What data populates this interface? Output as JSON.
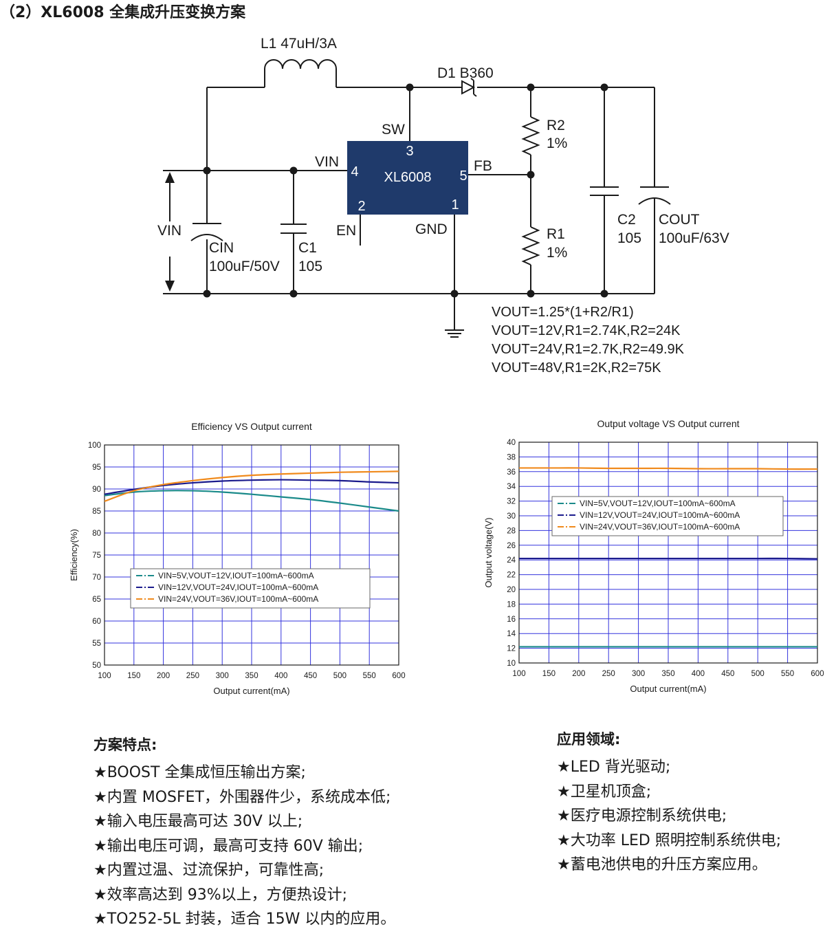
{
  "page": {
    "section_title": "（2）XL6008 全集成升压变换方案"
  },
  "schematic": {
    "inductor_label": "L1 47uH/3A",
    "diode_label": "D1 B360",
    "chip_name": "XL6008",
    "pins": {
      "sw": "SW",
      "sw_num": "3",
      "vin": "VIN",
      "vin_num": "4",
      "fb": "FB",
      "fb_num": "5",
      "en": "EN",
      "en_num": "2",
      "gnd": "GND",
      "gnd_num": "1"
    },
    "input_label": "VIN",
    "cin": {
      "name": "CIN",
      "value": "100uF/50V"
    },
    "c1": {
      "name": "C1",
      "value": "105"
    },
    "r2": {
      "name": "R2",
      "value": "1%"
    },
    "r1": {
      "name": "R1",
      "value": "1%"
    },
    "c2": {
      "name": "C2",
      "value": "105"
    },
    "cout": {
      "name": "COUT",
      "value": "100uF/63V"
    },
    "notes": [
      "VOUT=1.25*(1+R2/R1)",
      "VOUT=12V,R1=2.74K,R2=24K",
      "VOUT=24V,R1=2.7K,R2=49.9K",
      "VOUT=48V,R1=2K,R2=75K"
    ]
  },
  "chart_data": [
    {
      "type": "line",
      "title": "Efficiency VS Output current",
      "xlabel": "Output current(mA)",
      "ylabel": "Efficiency(%)",
      "xlim": [
        100,
        600
      ],
      "ylim": [
        50,
        100
      ],
      "xticks": [
        100,
        150,
        200,
        250,
        300,
        350,
        400,
        450,
        500,
        550,
        600
      ],
      "yticks": [
        50,
        55,
        60,
        65,
        70,
        75,
        80,
        85,
        90,
        95,
        100
      ],
      "grid": true,
      "legend_position": "center",
      "x": [
        100,
        150,
        200,
        250,
        300,
        350,
        400,
        450,
        500,
        550,
        600
      ],
      "series": [
        {
          "name": "VIN=5V,VOUT=12V,IOUT=100mA~600mA",
          "color": "#1a8a8a",
          "values": [
            88.5,
            89.3,
            89.6,
            89.6,
            89.3,
            88.8,
            88.2,
            87.6,
            86.8,
            85.9,
            85.0
          ]
        },
        {
          "name": "VIN=12V,VOUT=24V,IOUT=100mA~600mA",
          "color": "#1a1a8c",
          "values": [
            88.8,
            89.9,
            90.8,
            91.4,
            91.8,
            92.0,
            92.1,
            92.0,
            91.9,
            91.6,
            91.4
          ]
        },
        {
          "name": "VIN=24V,VOUT=36V,IOUT=100mA~600mA",
          "color": "#f08a1c",
          "values": [
            87.2,
            89.6,
            91.0,
            91.9,
            92.6,
            93.1,
            93.4,
            93.6,
            93.8,
            93.9,
            94.0
          ]
        }
      ]
    },
    {
      "type": "line",
      "title": "Output voltage VS Output current",
      "xlabel": "Output current(mA)",
      "ylabel": "Output voltage(V)",
      "xlim": [
        100,
        600
      ],
      "ylim": [
        10,
        40
      ],
      "xticks": [
        100,
        150,
        200,
        250,
        300,
        350,
        400,
        450,
        500,
        550,
        600
      ],
      "yticks": [
        10,
        12,
        14,
        16,
        18,
        20,
        22,
        24,
        26,
        28,
        30,
        32,
        34,
        36,
        38,
        40
      ],
      "grid": true,
      "legend_position": "upper-center",
      "x": [
        100,
        150,
        200,
        250,
        300,
        350,
        400,
        450,
        500,
        550,
        600
      ],
      "series": [
        {
          "name": "VIN=5V,VOUT=12V,IOUT=100mA~600mA",
          "color": "#1a8a8a",
          "values": [
            12.2,
            12.2,
            12.2,
            12.2,
            12.2,
            12.2,
            12.2,
            12.2,
            12.2,
            12.2,
            12.2
          ]
        },
        {
          "name": "VIN=12V,VOUT=24V,IOUT=100mA~600mA",
          "color": "#1a1a8c",
          "values": [
            24.2,
            24.2,
            24.2,
            24.2,
            24.2,
            24.2,
            24.2,
            24.2,
            24.2,
            24.2,
            24.15
          ]
        },
        {
          "name": "VIN=24V,VOUT=36V,IOUT=100mA~600mA",
          "color": "#f08a1c",
          "values": [
            36.5,
            36.5,
            36.5,
            36.45,
            36.45,
            36.45,
            36.4,
            36.4,
            36.4,
            36.35,
            36.35
          ]
        }
      ]
    }
  ],
  "features": {
    "heading": "方案特点:",
    "items": [
      "★BOOST 全集成恒压输出方案;",
      "★内置 MOSFET，外围器件少，系统成本低;",
      "★输入电压最高可达 30V 以上;",
      "★输出电压可调，最高可支持 60V 输出;",
      "★内置过温、过流保护，可靠性高;",
      "★效率高达到 93%以上，方便热设计;",
      "★TO252-5L 封装，适合 15W 以内的应用。"
    ]
  },
  "applications": {
    "heading": "应用领域:",
    "items": [
      "★LED 背光驱动;",
      "★卫星机顶盒;",
      "★医疗电源控制系统供电;",
      "★大功率 LED 照明控制系统供电;",
      "★蓄电池供电的升压方案应用。"
    ]
  },
  "colors": {
    "chip_fill": "#1f3a6b",
    "wire": "#1a1a1a",
    "grid": "#3333dd",
    "teal": "#1a8a8a",
    "navy": "#1a1a8c",
    "orange": "#f08a1c"
  }
}
